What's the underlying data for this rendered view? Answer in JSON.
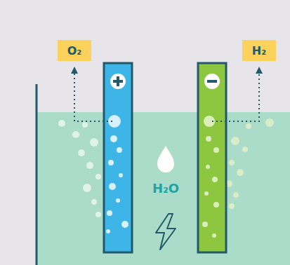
{
  "diagram": {
    "nodes": [
      {
        "text": [
          "O₂"
        ]
      },
      {
        "text": [
          "H₂"
        ]
      }
    ],
    "labels": [
      "H₂O"
    ]
  }
}
